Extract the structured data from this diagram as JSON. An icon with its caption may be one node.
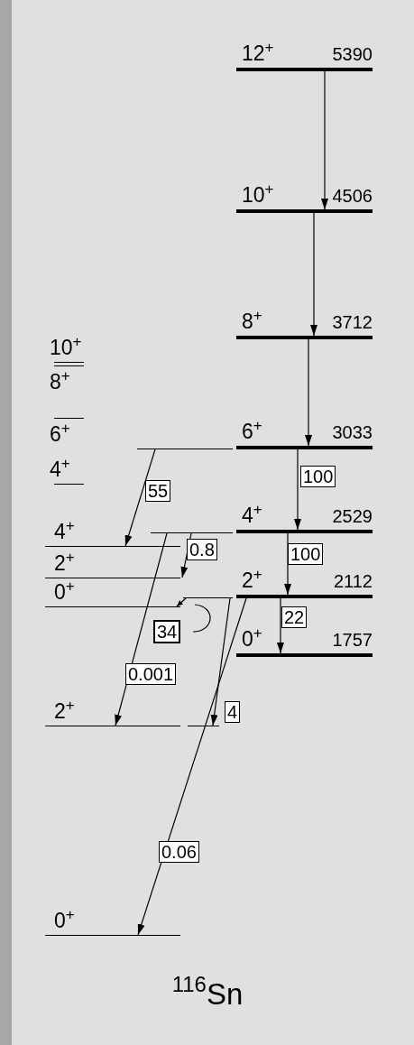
{
  "diagram": {
    "caption": "$^{116}$Sn",
    "nodes": [
      {
        "text": [
          "12$^{+}$",
          "5390"
        ]
      },
      {
        "text": [
          "10$^{+}$",
          "4506"
        ]
      },
      {
        "text": [
          "10$^{+}$"
        ]
      },
      {
        "text": [
          "8$^{+}$",
          "3712"
        ]
      },
      {
        "text": [
          "8$^{+}$"
        ]
      },
      {
        "text": [
          "6$^{+}$"
        ]
      },
      {
        "text": [
          "6$^{+}$",
          "3033"
        ]
      },
      {
        "text": [
          "4$^{+}$"
        ]
      },
      {
        "text": [
          "4$^{+}$",
          "2529"
        ]
      },
      {
        "text": [
          "4$^{+}$"
        ]
      },
      {
        "text": [
          "2$^{+}$"
        ]
      },
      {
        "text": [
          "2$^{+}$",
          "2112"
        ]
      },
      {
        "text": [
          "0$^{+}$"
        ]
      },
      {
        "text": [
          "0$^{+}$",
          "1757"
        ]
      },
      {
        "text": [
          "2$^{+}$"
        ]
      },
      {
        "text": [
          "0$^{+}$"
        ]
      }
    ],
    "edges": [
      {
        "from": 0,
        "to": 1,
        "arrow": "to"
      },
      {
        "from": 1,
        "to": 3,
        "arrow": "to"
      },
      {
        "from": 3,
        "to": 6,
        "arrow": "to"
      },
      {
        "from": 6,
        "to": 8,
        "arrow": "to",
        "label": "100"
      },
      {
        "from": 8,
        "to": 11,
        "arrow": "to",
        "label": "100"
      },
      {
        "from": 11,
        "to": 13,
        "arrow": "to",
        "label": "22"
      },
      {
        "from": 6,
        "to": 9,
        "arrow": "to",
        "label": "55"
      },
      {
        "from": 8,
        "to": 10,
        "arrow": "to",
        "label": "0.8"
      },
      {
        "from": 8,
        "to": 14,
        "arrow": "to",
        "label": "0.001"
      },
      {
        "from": 11,
        "to": 12,
        "arrow": "to",
        "label": "34"
      },
      {
        "from": 11,
        "to": 14,
        "arrow": "to",
        "label": "4"
      },
      {
        "from": 11,
        "to": 15,
        "arrow": "to",
        "label": "0.06"
      }
    ]
  }
}
